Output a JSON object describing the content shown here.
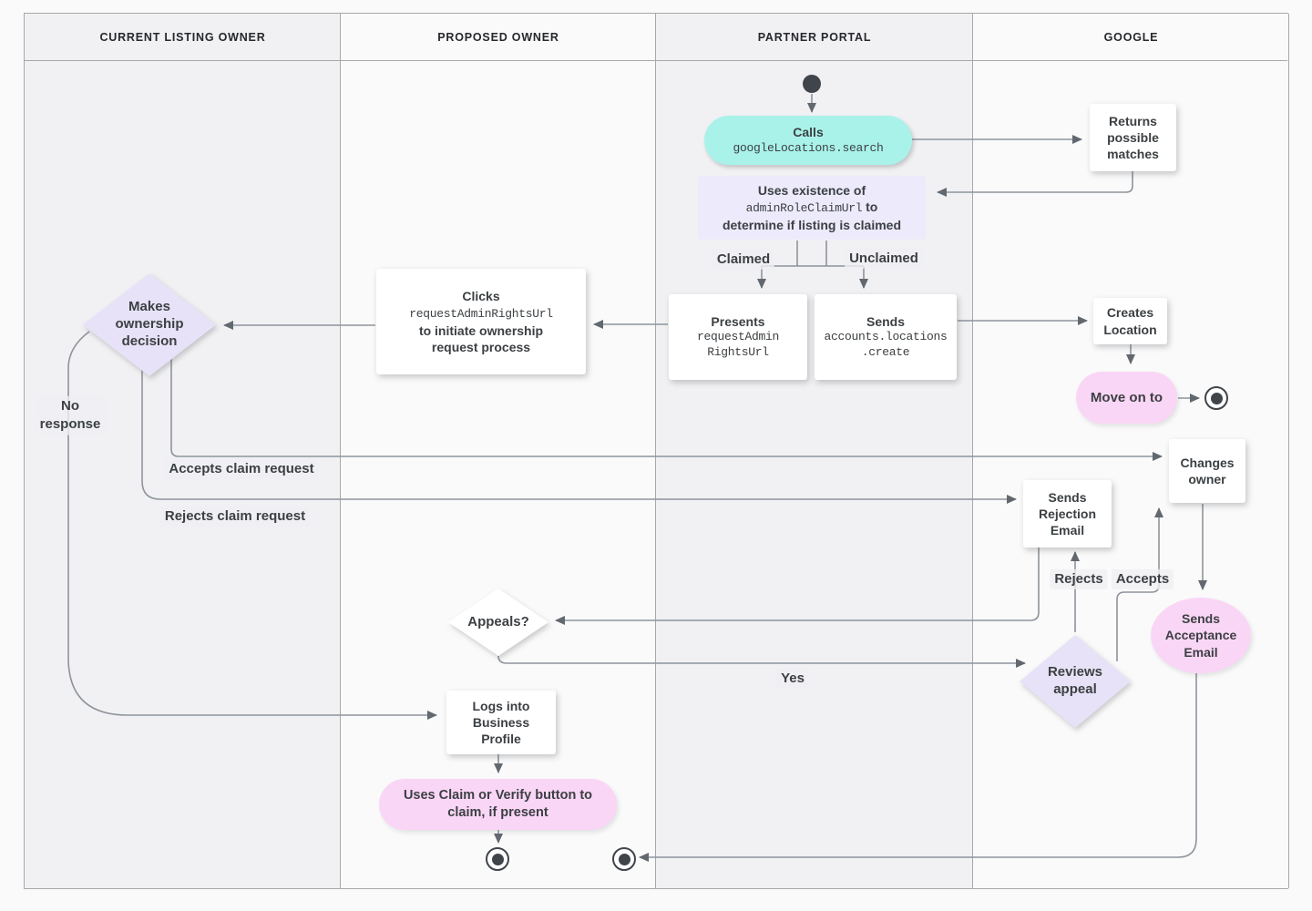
{
  "header": {
    "lanes": [
      {
        "title": "CURRENT LISTING OWNER"
      },
      {
        "title": "PROPOSED OWNER"
      },
      {
        "title": "PARTNER PORTAL"
      },
      {
        "title": "GOOGLE"
      }
    ]
  },
  "nodes": {
    "calls": {
      "title": "Calls",
      "code": "googleLocations.search"
    },
    "returns_matches": {
      "text": "Returns\npossible\nmatches"
    },
    "uses_existence": {
      "line1": "Uses existence of",
      "code": "adminRoleClaimUrl",
      "line2_suffix": "to",
      "line3": "determine if listing is claimed"
    },
    "presents": {
      "title": "Presents",
      "code": "requestAdmin\nRightsUrl"
    },
    "sends_create": {
      "title": "Sends",
      "code": "accounts.locations\n.create"
    },
    "creates_location": {
      "text": "Creates\nLocation"
    },
    "move_on_to": {
      "text": "Move on to"
    },
    "clicks": {
      "title": "Clicks",
      "code": "requestAdminRightsUrl",
      "rest": "to initiate ownership\nrequest process"
    },
    "makes_decision": {
      "text": "Makes\nownership\ndecision"
    },
    "sends_rejection": {
      "text": "Sends\nRejection\nEmail"
    },
    "changes_owner": {
      "text": "Changes\nowner"
    },
    "appeals": {
      "text": "Appeals?"
    },
    "reviews_appeal": {
      "text": "Reviews\nappeal"
    },
    "sends_acceptance": {
      "text": "Sends\nAcceptance\nEmail"
    },
    "logs_in": {
      "text": "Logs into\nBusiness\nProfile"
    },
    "uses_claim": {
      "text": "Uses Claim or Verify button to\nclaim, if present"
    }
  },
  "edge_labels": {
    "claimed": "Claimed",
    "unclaimed": "Unclaimed",
    "no_response": "No\nresponse",
    "accepts_claim": "Accepts claim request",
    "rejects_claim": "Rejects claim request",
    "rejects": "Rejects",
    "accepts": "Accepts",
    "yes": "Yes"
  },
  "colors": {
    "teal": "#a9f2ea",
    "lavender": "#eceafb",
    "diamond_lav": "#e7e2f7",
    "pink": "#fad6f6",
    "line": "#8e949c",
    "arrow": "#62686f",
    "text": "#3c4043",
    "lane_dark": "#f1f1f3",
    "lane_light": "#fafafa",
    "border": "#a8a8aa"
  }
}
